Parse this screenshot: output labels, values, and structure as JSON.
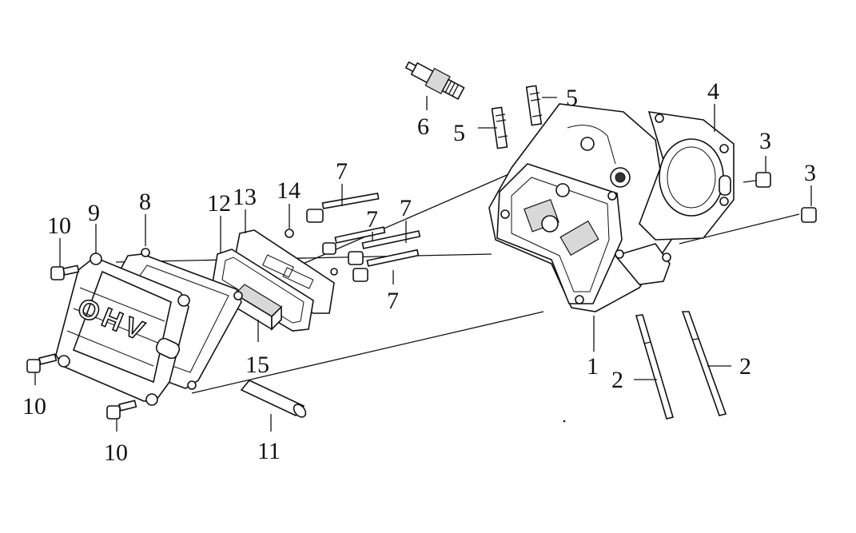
{
  "diagram": {
    "labels": {
      "p1": "1",
      "p2a": "2",
      "p2b": "2",
      "p3a": "3",
      "p3b": "3",
      "p4": "4",
      "p5a": "5",
      "p5b": "5",
      "p6": "6",
      "p7a": "7",
      "p7b": "7",
      "p7c": "7",
      "p7d": "7",
      "p8": "8",
      "p9": "9",
      "p10a": "10",
      "p10b": "10",
      "p10c": "10",
      "p11": "11",
      "p12": "12",
      "p13": "13",
      "p14": "14",
      "p15": "15"
    },
    "cover_text": "OHV"
  }
}
